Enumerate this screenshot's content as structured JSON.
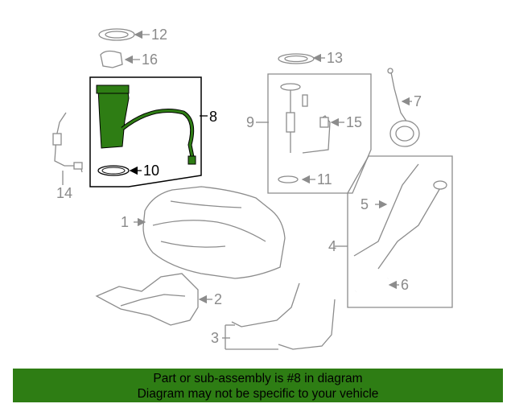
{
  "callouts": {
    "c1": "1",
    "c2": "2",
    "c3": "3",
    "c4": "4",
    "c5": "5",
    "c6": "6",
    "c7": "7",
    "c8": "8",
    "c9": "9",
    "c10": "10",
    "c11": "11",
    "c12": "12",
    "c13": "13",
    "c14": "14",
    "c15": "15",
    "c16": "16"
  },
  "highlight_color": "#2e7d14",
  "banner": {
    "line1": "Part or sub-assembly is #8 in diagram",
    "line2": "Diagram may not be specific to your vehicle"
  }
}
